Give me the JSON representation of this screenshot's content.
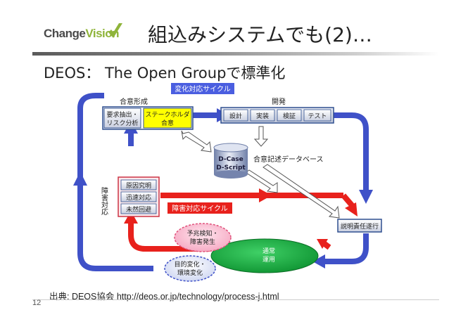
{
  "header": {
    "logo_change": "Change",
    "logo_vision": "Vision",
    "title": "組込みシステムでも(2)…"
  },
  "subtitle": "DEOS： The Open Groupで標準化",
  "diagram": {
    "change_cycle_label": "変化対応サイクル",
    "consensus_label": "合意形成",
    "development_label": "開発",
    "requirements_box": [
      "要求抽出・",
      "リスク分析"
    ],
    "stakeholder_box": [
      "ステークホルダ",
      "合意"
    ],
    "dev_steps": [
      "設計",
      "実装",
      "検証",
      "テスト"
    ],
    "database_box": [
      "D-Case",
      "D-Script"
    ],
    "database_label": "合意記述データベース",
    "failure_response_label": "障害対応",
    "failure_steps": [
      "原因究明",
      "迅速対応",
      "未然回避"
    ],
    "failure_cycle_label": "障害対応サイクル",
    "accountability_box": "説明責任遂行",
    "anomaly_ellipse": [
      "予兆検知・",
      "障害発生"
    ],
    "operation_ellipse": [
      "通常",
      "運用"
    ],
    "change_ellipse": [
      "目的変化・",
      "環境変化"
    ],
    "colors": {
      "blue_cycle": "#3f51c8",
      "red_cycle": "#e8211c",
      "green_operation": "#12a83a",
      "yellow_box": "#ffff00",
      "box_border": "#2f4f8f"
    }
  },
  "footer": {
    "source": "出典: DEOS協会 http://deos.or.jp/technology/process-j.html",
    "page_number": "12"
  }
}
